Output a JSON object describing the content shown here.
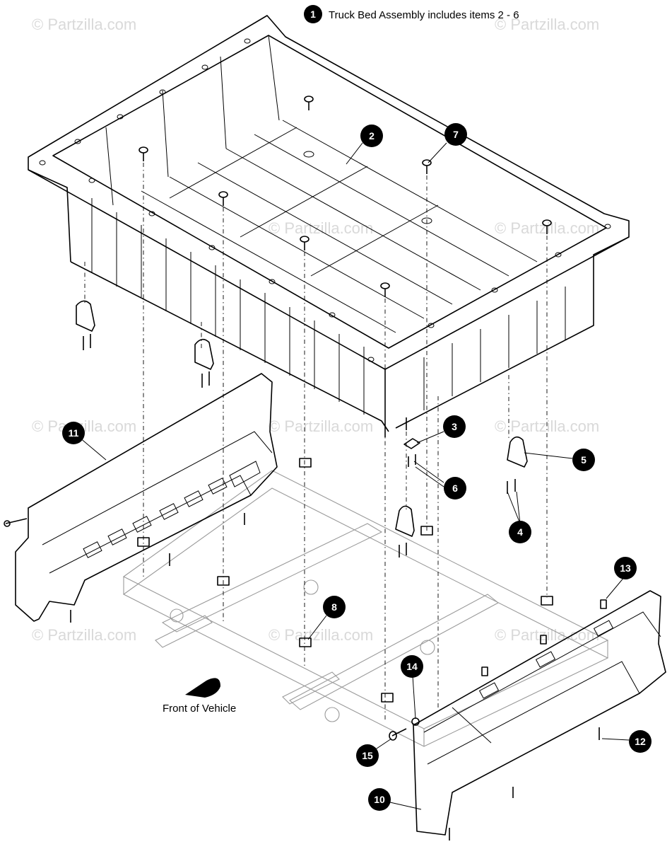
{
  "header": {
    "callout": "1",
    "text": "Truck Bed Assembly includes items 2 - 6"
  },
  "watermark": "© Partzilla.com",
  "front_label": "Front of Vehicle",
  "callouts": [
    "2",
    "3",
    "4",
    "5",
    "6",
    "7",
    "8",
    "10",
    "11",
    "12",
    "13",
    "14",
    "15"
  ],
  "colors": {
    "line": "#000000",
    "watermark": "#d9d9d9",
    "frame": "#9a9a9a"
  }
}
